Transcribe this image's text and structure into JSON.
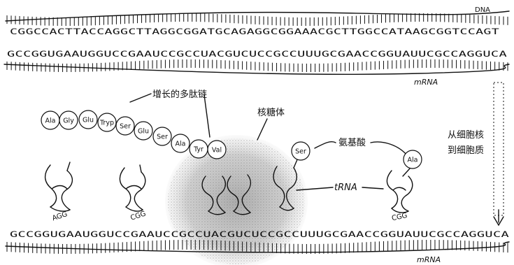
{
  "labels": {
    "dna": "DNA",
    "mrna_top": "mRNA",
    "mrna_bottom": "mRNA",
    "growing_chain": "增长的多肽链",
    "ribosome": "核糖体",
    "amino_acid": "氨基酸",
    "trna": "tRNA",
    "nucleus_to_cytoplasm_line1": "从细胞核",
    "nucleus_to_cytoplasm_line2": "到细胞质"
  },
  "sequences": {
    "dna": "CGGCCACTTACCAGGCTTAGGCGGATGCAGAGGCGGAAACGCTTGGCCATAAGCGGTCCAGT",
    "mrna_top": "GCCGGUGAAUGGUCCGAAUCCGCCUACGUCUCCGCCUUUGCGAACCGGUAUUCGCCAGGUCA",
    "mrna_bottom": "GCCGGUGAAUGGUCCGAAUCCGCCUACGUCUCCGCCUUUGCGAACCGGUAUUCGCCAGGUCA"
  },
  "chain": [
    "Ala",
    "Gly",
    "Glu",
    "Tryp",
    "Ser",
    "Glu",
    "Ser",
    "Ala",
    "Tyr",
    "Val"
  ],
  "free_amino_acids": [
    "Ser",
    "Ala"
  ],
  "anticodons": [
    "AGG",
    "CGG",
    "CGG"
  ],
  "colors": {
    "ink": "#111111",
    "ribosome_fill": "#bdbdbd",
    "background": "#ffffff"
  }
}
